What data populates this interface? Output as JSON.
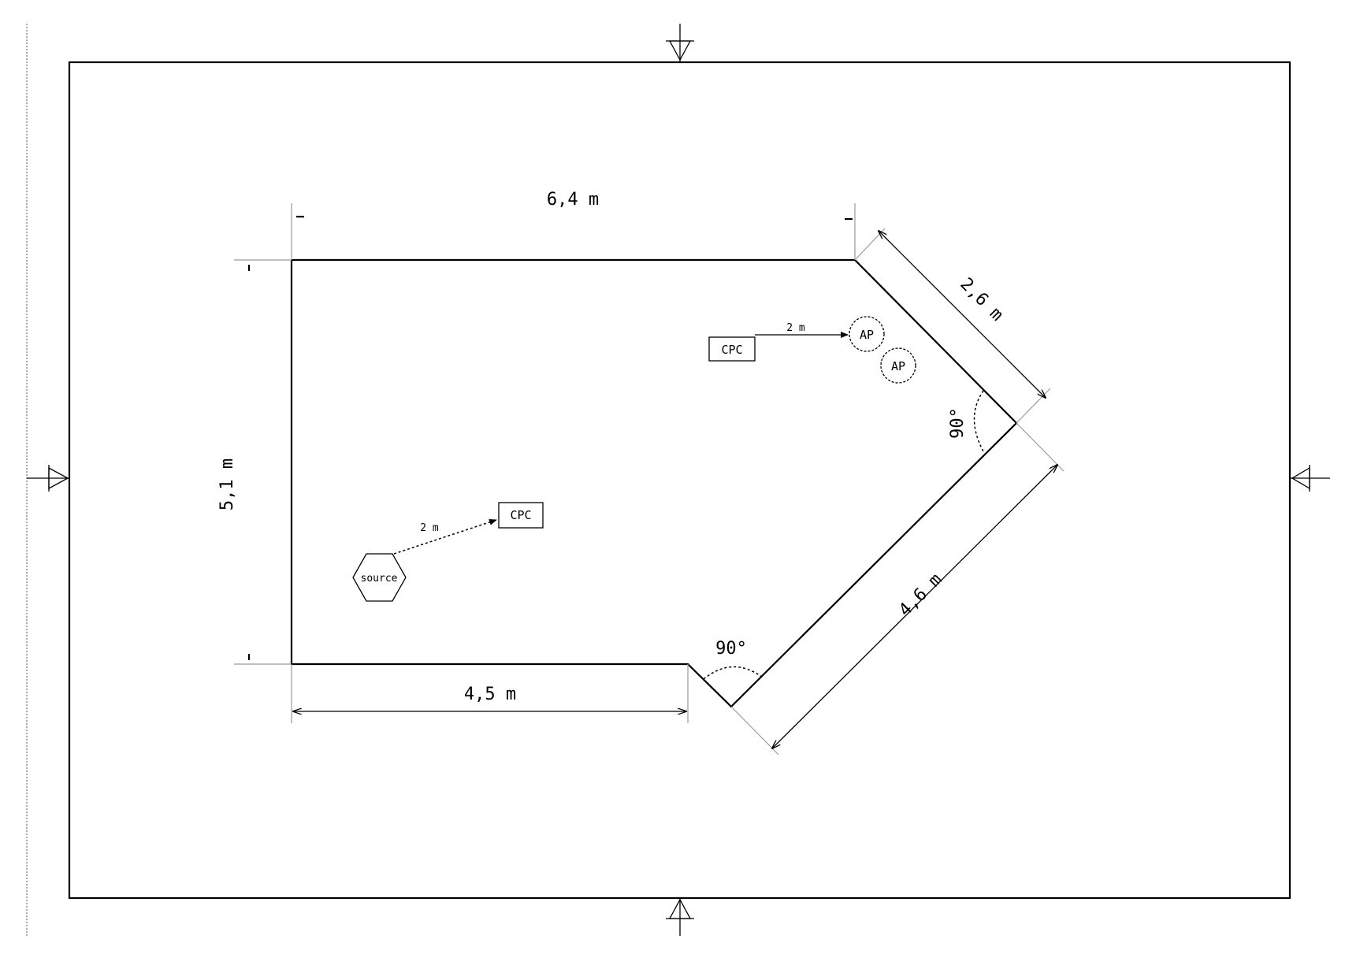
{
  "dimensions": {
    "top": "6,4 m",
    "left": "5,1 m",
    "bottom": "4,5 m",
    "diag_upper": "2,6 m",
    "diag_lower": "4,6 m",
    "angle_right": "90°",
    "angle_bottom": "90°"
  },
  "devices": {
    "cpc_upper": "CPC",
    "cpc_lower": "CPC",
    "ap_1": "AP",
    "ap_2": "AP",
    "source": "source"
  },
  "distances": {
    "upper_link": "2 m",
    "lower_link": "2 m"
  }
}
